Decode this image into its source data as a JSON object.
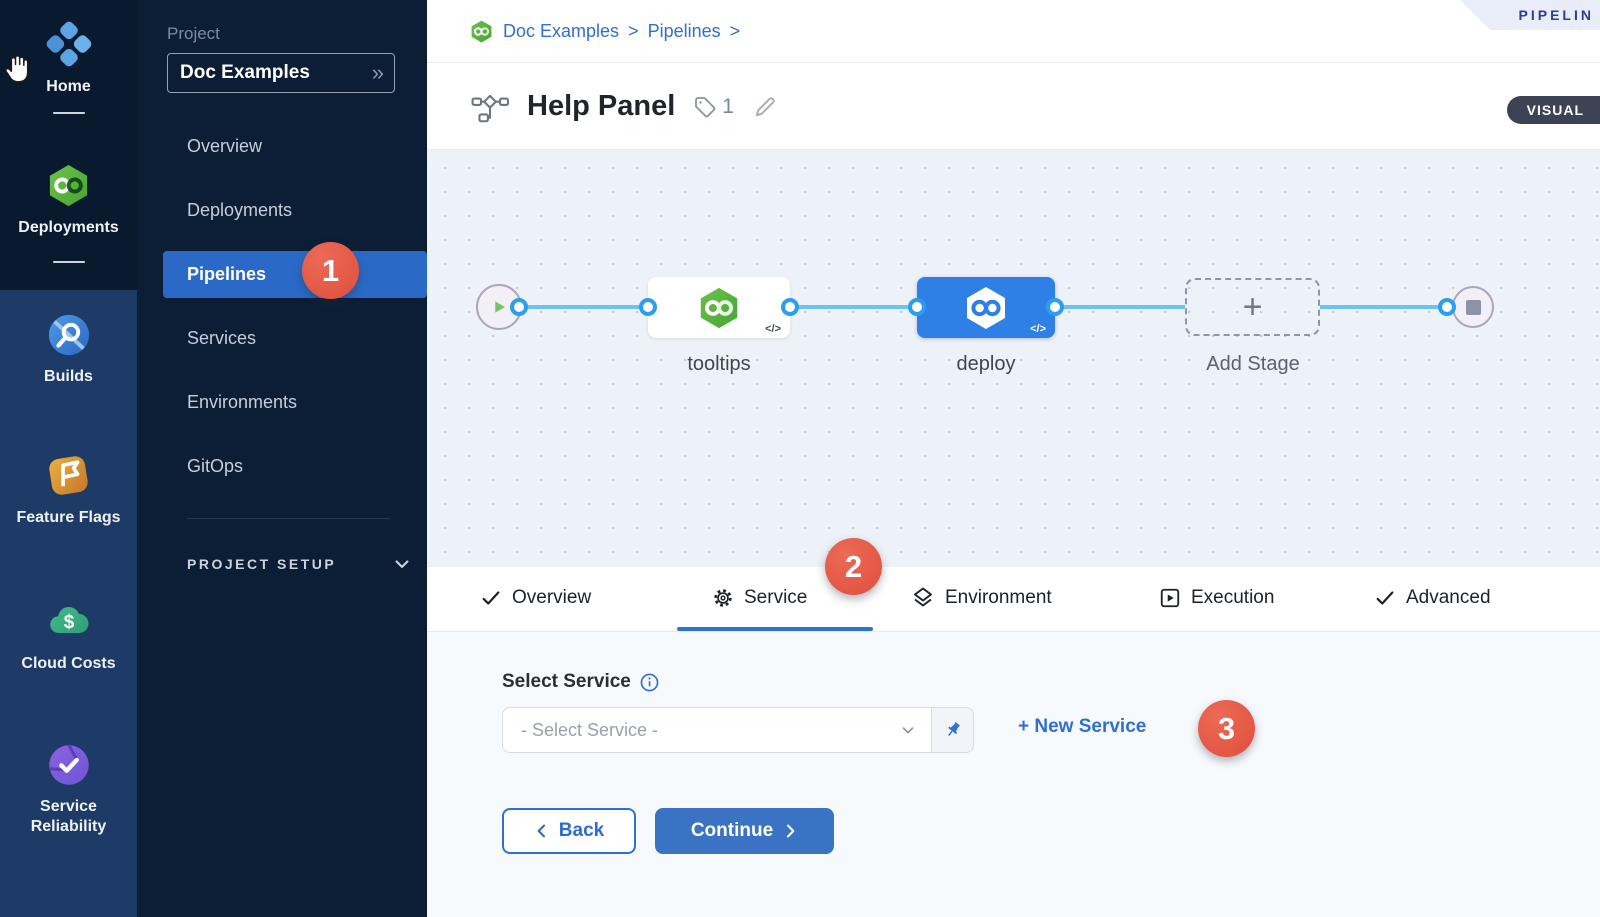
{
  "annotations": {
    "step1": "1",
    "step2": "2",
    "step3": "3"
  },
  "rail": {
    "home": "Home",
    "deployments": "Deployments",
    "builds": "Builds",
    "feature_flags": "Feature Flags",
    "cloud_costs": "Cloud Costs",
    "service_reliability_line1": "Service",
    "service_reliability_line2": "Reliability"
  },
  "project_nav": {
    "section_label": "Project",
    "project_name": "Doc Examples",
    "expand_glyph": "»",
    "items": [
      {
        "label": "Overview"
      },
      {
        "label": "Deployments"
      },
      {
        "label": "Pipelines"
      },
      {
        "label": "Services"
      },
      {
        "label": "Environments"
      },
      {
        "label": "GitOps"
      }
    ],
    "setup_label": "PROJECT SETUP"
  },
  "header": {
    "breadcrumb": {
      "crumb1": "Doc Examples",
      "sep1": ">",
      "crumb2": "Pipelines",
      "sep2": ">"
    },
    "ribbon_label": "PIPELIN",
    "title": "Help Panel",
    "tag_count": "1",
    "view_toggle": "VISUAL"
  },
  "canvas": {
    "stage1_label": "tooltips",
    "stage2_label": "deploy",
    "add_stage_label": "Add Stage",
    "plus_glyph": "+",
    "code_glyph": "</>"
  },
  "tabs": {
    "overview": "Overview",
    "service": "Service",
    "environment": "Environment",
    "execution": "Execution",
    "advanced": "Advanced"
  },
  "form": {
    "select_label": "Select Service",
    "placeholder": "- Select Service -",
    "new_service_label": "+ New Service",
    "back_label": "Back",
    "continue_label": "Continue"
  },
  "colors": {
    "primary_blue": "#2f6fd4",
    "active_nav_blue": "#2a6ac6",
    "node_blue": "#2f80e6",
    "connector_blue": "#2b9ef2",
    "edge_blue": "#6cc2f1",
    "badge_red": "#df4f3d",
    "rail_dark": "#0a1a2e",
    "rail_light": "#1e3a66",
    "sidebar_dark": "#0c1e36",
    "cd_green": "#52b33e",
    "canvas_bg": "#edf2f8"
  }
}
